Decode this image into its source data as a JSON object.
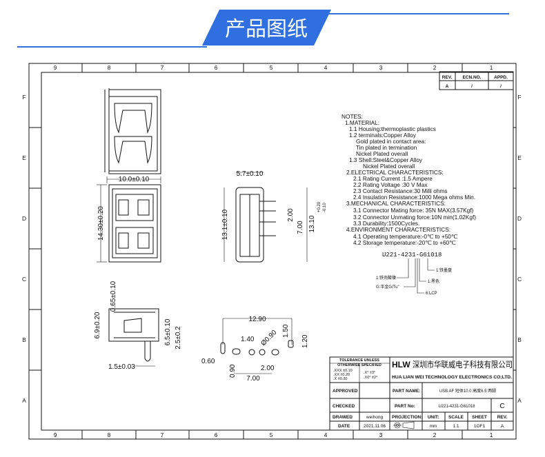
{
  "banner": {
    "title": "产品图纸",
    "accent": "#2f6fe0"
  },
  "frame": {
    "columns": [
      "9",
      "8",
      "7",
      "6",
      "5",
      "4",
      "3",
      "2",
      "1"
    ],
    "rows": [
      "F",
      "E",
      "D",
      "C",
      "B",
      "A"
    ]
  },
  "revision_table": {
    "headers": [
      "REV.",
      "ECN.NO.",
      "APPD."
    ],
    "row": [
      "A",
      "/",
      "/"
    ]
  },
  "dimensions": {
    "front_width": "10.0±0.10",
    "front_height": "14.30±0.20",
    "side_top": "5.7±0.10",
    "side_height": "13.1±0.10",
    "side_pin": "2.00",
    "side_pin2": "7.00",
    "side_total": "13.10",
    "side_tol_plus": "+0.20",
    "side_tol_minus": "-0.10",
    "profile_top": "0.65±0.10",
    "profile_height": "6.9±0.20",
    "profile_body": "6.5±0.10",
    "profile_pin": "2.5±0.2",
    "profile_pin_w": "1.5±0.03",
    "pcb_width": "12.90",
    "pcb_slot": "1.40",
    "pcb_hole": "Ø0.90",
    "pcb_slot_h": "1.50",
    "pcb_slot_w": "1.20",
    "pcb_a": "0.60",
    "pcb_b": "0.90",
    "pcb_pitch": "2.00",
    "pcb_span": "7.00"
  },
  "notes": [
    "NOTES:",
    "1.MATERIAL:",
    "1.1  Housing:thermoplastic plastics",
    "1.2  terminals:Copper Alloy",
    "Gold plated in contact area:",
    "Tin plated in termination",
    "Nickel Plated overall",
    "1.3  Shell:Steel&Copper Alloy",
    "Nickel Plated overall",
    "2.ELECTRICAL  CHARACTERISTICS:",
    "2.1  Rating Current :1.5 Ampere",
    "2.2  Rating Voltage :30 V Max",
    "2.3  Contact Resistance:30 Milli ohms",
    "2.4  Insulation Resistance:1000 Mega ohms Min.",
    "3.MECHANICAL  CHARACTERISTICS:",
    "3.1  Connector Mating force: 35N MAX(3.57Kgf)",
    "3.2  Connector Unmating force:10N min(1.02Kgf)",
    "3.3  Durability:1500Cycles.",
    "4.ENVIRONMENT  CHARACTERISTICS:",
    "4.1  Operating temperature:-0℃ to +50℃",
    "4.2  Storage temperature:-20℃ to +60℃"
  ],
  "part_code": {
    "code": "U221-4231-G61018",
    "legend": [
      "1:铁壳酸镍",
      "G:半金G/Tu\"",
      "6:LCP",
      "1:黑色",
      "1:铁墨盘"
    ]
  },
  "title_block": {
    "tolerance_title": "TOLERANCE UNLESS",
    "tolerance_title2": "OTHERWISE SPECIFIED",
    "tol_lines": [
      ".XXX ±0.10",
      ".XX  ±0.20",
      ".X   ±0.30"
    ],
    "ang_lines": [
      ".X°  ±3°",
      ".X0° ±2°"
    ],
    "logo": "HLW",
    "company_cn": "深圳市华联威电子科技有限公司",
    "company_en": "HUA LIAN WEI TECHNOLOGY ELECTRONICS CO;LTD.",
    "approved_label": "APPROVED",
    "checked_label": "CHECKED",
    "drawed_label": "DRAWED",
    "drawed_value": "weihong",
    "date_label": "DATE",
    "date_value": "2021.11.06",
    "part_name_label": "PART NAME:",
    "part_name_value": "USB AF 短体10.0 高度6.5 两脚",
    "part_no_label": "PART No:",
    "part_no_value": "U221-4231-G61018",
    "part_no_rev": "C",
    "projection_label": "PROJECTION:",
    "unit_label": "UNIT:",
    "unit_value": "mm",
    "scale_label": "SCALE",
    "scale_value": "1:1",
    "sheet_label": "SHEET",
    "sheet_value": "1OF1",
    "rev_label": "REV.",
    "rev_value": "A"
  }
}
